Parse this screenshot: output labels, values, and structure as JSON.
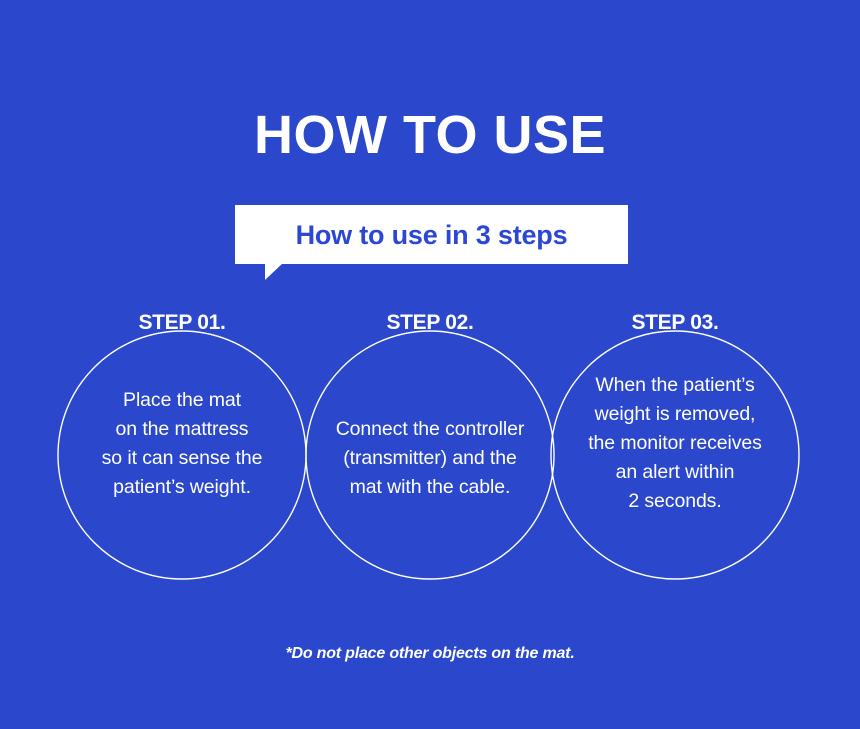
{
  "theme": {
    "background_color": "#2b47cc",
    "text_color": "#ffffff",
    "accent_color": "#2b47d4",
    "bubble_background": "#ffffff",
    "circle_stroke": "#ffffff"
  },
  "header": {
    "title": "HOW TO USE"
  },
  "bubble": {
    "label": "How to use in 3 steps"
  },
  "steps": [
    {
      "label": "STEP 01.",
      "lines": [
        "Place the mat",
        "on the mattress",
        "so it can sense the",
        "patient’s weight."
      ]
    },
    {
      "label": "STEP 02.",
      "lines": [
        "Connect the controller",
        "(transmitter) and the",
        "mat with the cable."
      ]
    },
    {
      "label": "STEP 03.",
      "lines": [
        "When the patient’s",
        "weight is removed,",
        "the monitor receives",
        "an alert within",
        "2 seconds."
      ]
    }
  ],
  "footnote": {
    "text": "*Do not place other objects on the mat."
  }
}
